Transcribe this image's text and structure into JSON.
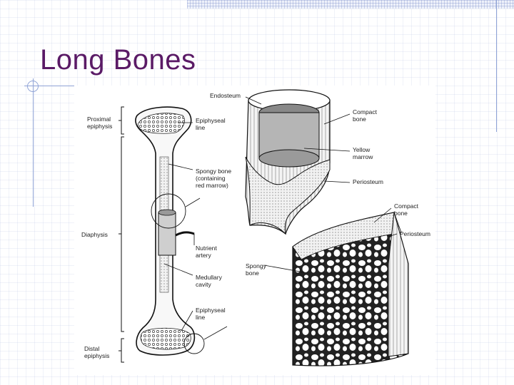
{
  "title": "Long Bones",
  "labels": {
    "proximal_epiphysis": [
      "Proximal",
      "epiphysis"
    ],
    "epiphyseal_line_top": [
      "Epiphyseal",
      "line"
    ],
    "spongy_bone_red": [
      "Spongy bone",
      "(containing",
      "red marrow)"
    ],
    "diaphysis": "Diaphysis",
    "nutrient_artery": [
      "Nutrient",
      "artery"
    ],
    "medullary_cavity": [
      "Medullary",
      "cavity"
    ],
    "epiphyseal_line_bottom": [
      "Epiphyseal",
      "line"
    ],
    "distal_epiphysis": [
      "Distal",
      "epiphysis"
    ],
    "endosteum": "Endosteum",
    "compact_bone_top": [
      "Compact",
      "bone"
    ],
    "yellow_marrow": [
      "Yellow",
      "marrow"
    ],
    "periosteum_top": "Periosteum",
    "compact_bone_bottom": [
      "Compact",
      "bone"
    ],
    "periosteum_bottom": "Periosteum",
    "spongy_bone": [
      "Spongy",
      "bone"
    ]
  },
  "colors": {
    "title": "#5a1a66",
    "grid": "#aab9dc"
  }
}
